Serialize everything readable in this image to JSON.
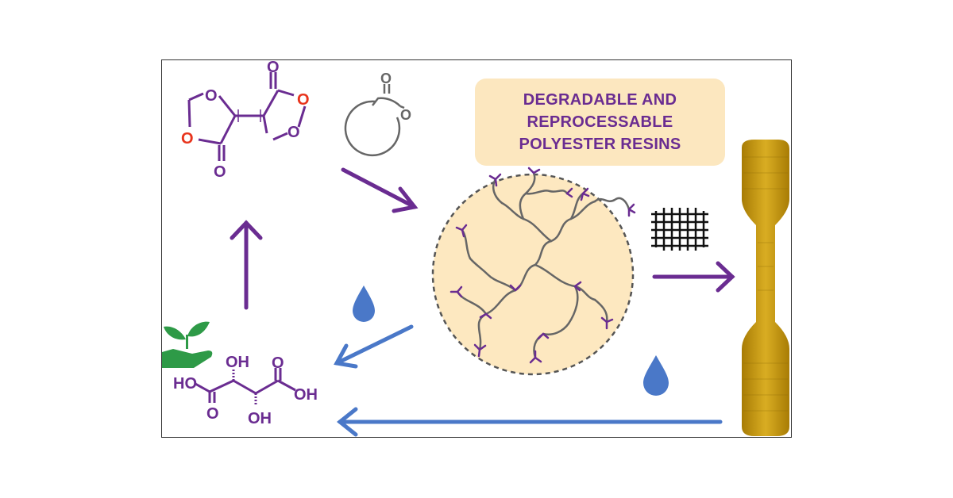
{
  "banner": {
    "line1": "DEGRADABLE AND",
    "line2": "REPROCESSABLE",
    "line3": "POLYESTER RESINS"
  },
  "monomer": {
    "ring_o_top_left": "O",
    "ring_o_left": "O",
    "carbonyl_o_bottom": "O",
    "carbonyl_o_top": "O",
    "ring_o_right": "O",
    "ring_o_bottom_right": "O"
  },
  "lactone": {
    "carbonyl_o": "O",
    "ring_o": "O"
  },
  "tartaric_acid": {
    "oh_top": "OH",
    "ho_left": "HO",
    "carbonyl_o_left": "O",
    "carbonyl_o_right": "O",
    "oh_right": "OH",
    "oh_bottom": "OH"
  },
  "icons": [
    "sprout-in-hand-icon",
    "water-drop-icon",
    "grid-mesh-icon",
    "dogbone-specimen-icon"
  ],
  "colors": {
    "purple": "#6a2c91",
    "red": "#e8341c",
    "blue": "#4a78c8",
    "banner_bg": "#fce7bf",
    "resin_bg": "#fde8c0",
    "green": "#2e9a47",
    "specimen": "#c89b10"
  }
}
